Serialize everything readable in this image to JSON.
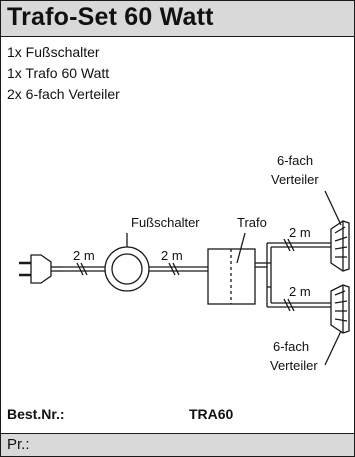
{
  "title": "Trafo-Set 60 Watt",
  "contents": [
    "1x Fußschalter",
    "1x Trafo 60 Watt",
    "2x 6-fach Verteiler"
  ],
  "diagram": {
    "label_footswitch": "Fußschalter",
    "label_trafo": "Trafo",
    "label_distributor_top_line1": "6-fach",
    "label_distributor_top_line2": "Verteiler",
    "label_distributor_bottom_line1": "6-fach",
    "label_distributor_bottom_line2": "Verteiler",
    "cable_plug_to_switch": "2 m",
    "cable_switch_to_trafo": "2 m",
    "cable_trafo_to_top": "2 m",
    "cable_trafo_to_bottom": "2 m"
  },
  "order": {
    "label": "Best.Nr.:",
    "value": "TRA60"
  },
  "price": {
    "label": "Pr.:"
  },
  "colors": {
    "header_background": "#d9d9d9",
    "line": "#1a1a1a"
  }
}
